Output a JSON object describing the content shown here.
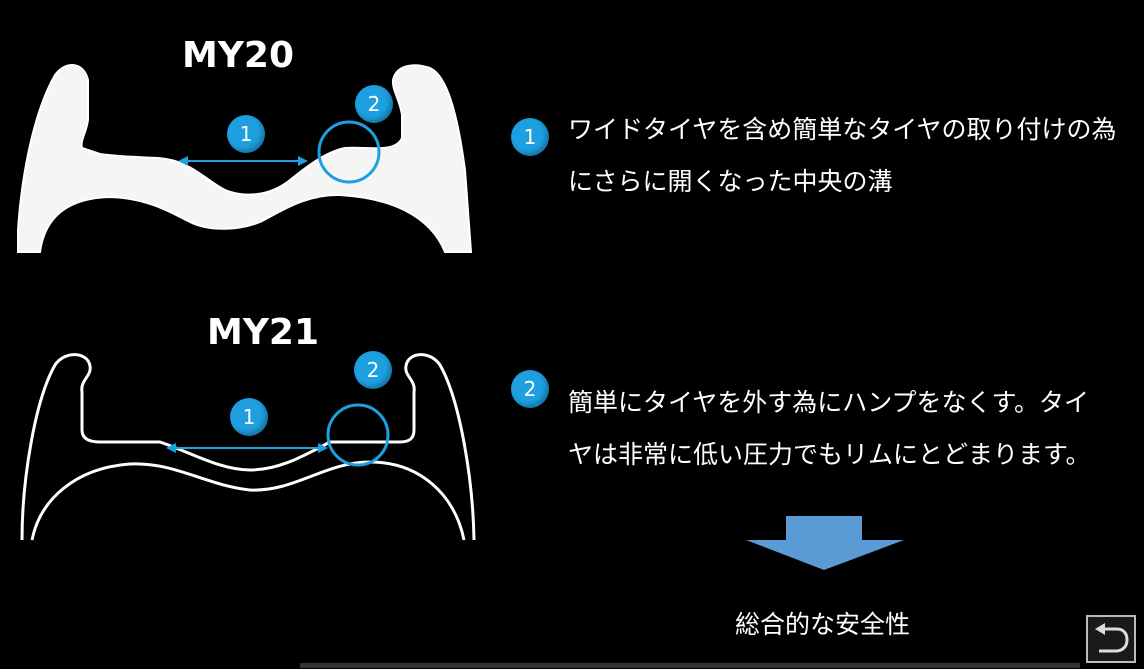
{
  "my20": {
    "title": "MY20",
    "badge1": "1",
    "badge2": "2"
  },
  "my21": {
    "title": "MY21",
    "badge1": "1",
    "badge2": "2"
  },
  "notes": [
    {
      "badge": "1",
      "line1": "ワイドタイヤを含め簡単なタイヤの取り付けの為",
      "line2": "にさらに開くなった中央の溝"
    },
    {
      "badge": "2",
      "line1": "簡単にタイヤを外す為にハンプをなくす。タイ",
      "line2": "ヤは非常に低い圧力でもリムにとどまります。"
    }
  ],
  "conclusion": "総合的な安全性",
  "colors": {
    "accent": "#1ea0e0",
    "arrow": "#5b9bd5",
    "rim_fill": "#f5f5f5",
    "background": "#000000"
  },
  "icons": {
    "back": "back-arrow-icon",
    "down": "down-arrow-icon"
  }
}
